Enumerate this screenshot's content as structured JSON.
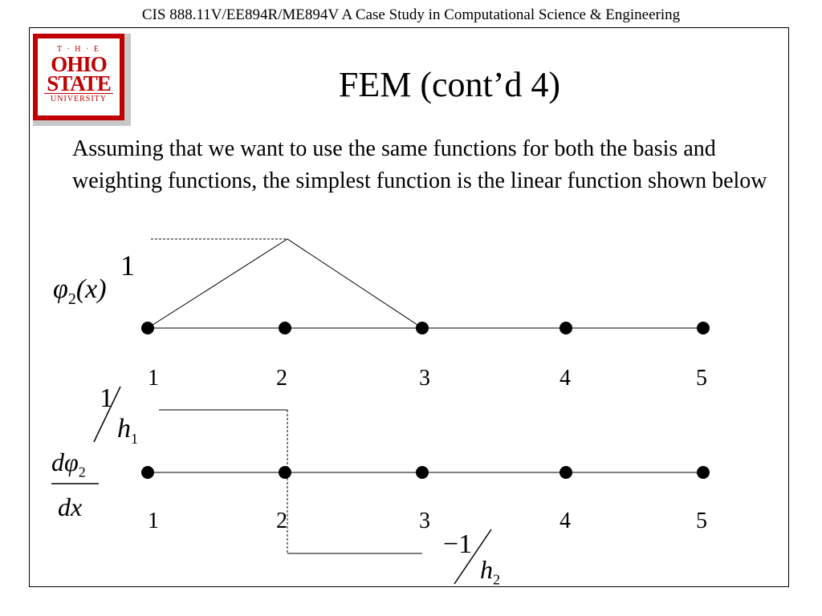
{
  "header": "CIS 888.11V/EE894R/ME894V A Case Study in Computational Science & Engineering",
  "logo": {
    "the": "T · H · E",
    "word1": "OHIO",
    "word2": "STATE",
    "university": "UNIVERSITY",
    "color": "#c00000"
  },
  "title": "FEM (cont’d 4)",
  "body": "Assuming that we want to use the same functions for both the basis and weighting functions, the simplest function is the linear function shown below",
  "diagram1": {
    "function_label": {
      "phi": "φ",
      "sub": "2",
      "arg": "(x)"
    },
    "peak_value": "1",
    "node_labels": [
      "1",
      "2",
      "3",
      "4",
      "5"
    ]
  },
  "diagram2": {
    "derivative_label": {
      "num": "dφ",
      "num_sub": "2",
      "den": "dx"
    },
    "upper_value": {
      "num": "1",
      "den": "h",
      "den_sub": "1"
    },
    "lower_value": {
      "num": "−1",
      "den": "h",
      "den_sub": "2"
    },
    "node_labels": [
      "1",
      "2",
      "3",
      "4",
      "5"
    ]
  }
}
